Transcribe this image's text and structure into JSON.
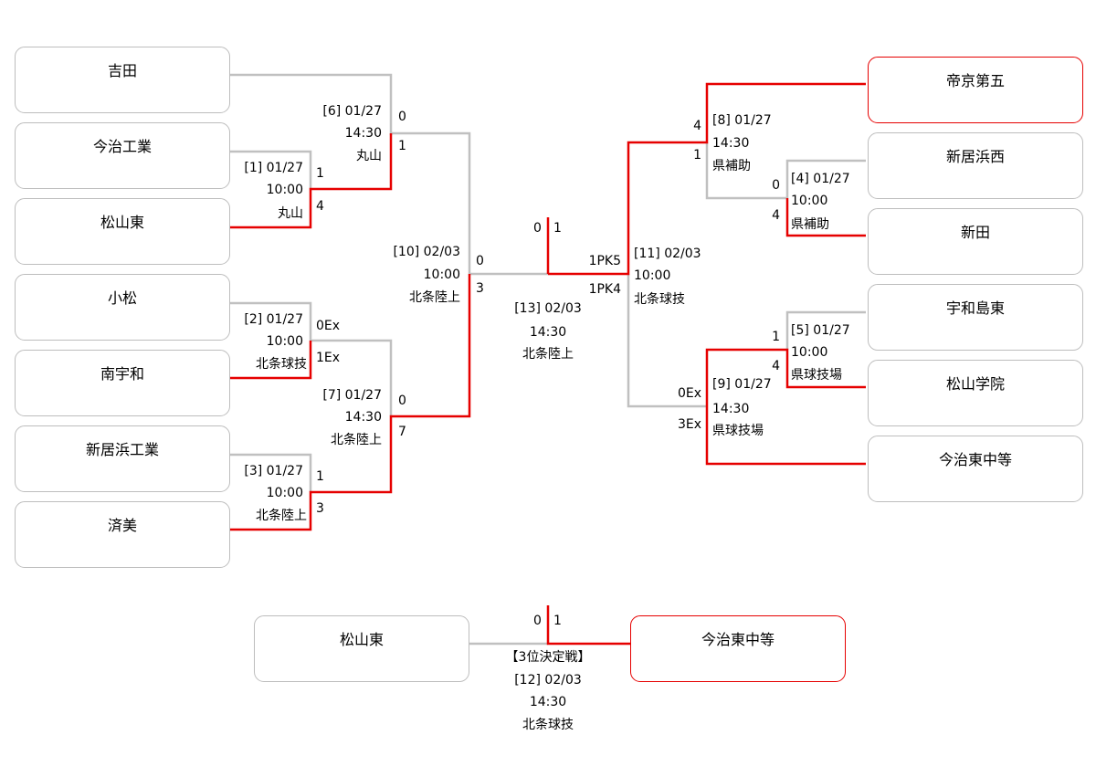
{
  "colors": {
    "winner_line": "#e60000",
    "loser_line": "#c0c0c0",
    "box_border": "#bdbdbd"
  },
  "teams": {
    "yoshida": "吉田",
    "imabari_kogyo": "今治工業",
    "matsuyama_higashi": "松山東",
    "komatsu": "小松",
    "minami_uwa": "南宇和",
    "niihama_kogyo": "新居浜工業",
    "saibi": "済美",
    "teikyo_5": "帝京第五",
    "niihama_nishi": "新居浜西",
    "nitta": "新田",
    "uwajima_higashi": "宇和島東",
    "matsuyama_gakuin": "松山学院",
    "imabari_higashi": "今治東中等",
    "third_left": "松山東",
    "third_right": "今治東中等"
  },
  "matches": {
    "m1": {
      "no": "[1] 01/27",
      "time": "10:00",
      "venue": "丸山",
      "score_top": "1",
      "score_bottom": "4"
    },
    "m2": {
      "no": "[2] 01/27",
      "time": "10:00",
      "venue": "北条球技",
      "score_top": "0Ex",
      "score_bottom": "1Ex"
    },
    "m3": {
      "no": "[3] 01/27",
      "time": "10:00",
      "venue": "北条陸上",
      "score_top": "1",
      "score_bottom": "3"
    },
    "m4": {
      "no": "[4] 01/27",
      "time": "10:00",
      "venue": "県補助",
      "score_top": "0",
      "score_bottom": "4"
    },
    "m5": {
      "no": "[5] 01/27",
      "time": "10:00",
      "venue": "県球技場",
      "score_top": "1",
      "score_bottom": "4"
    },
    "m6": {
      "no": "[6] 01/27",
      "time": "14:30",
      "venue": "丸山",
      "score_top": "0",
      "score_bottom": "1"
    },
    "m7": {
      "no": "[7] 01/27",
      "time": "14:30",
      "venue": "北条陸上",
      "score_top": "0",
      "score_bottom": "7"
    },
    "m8": {
      "no": "[8] 01/27",
      "time": "14:30",
      "venue": "県補助",
      "score_top": "4",
      "score_bottom": "1"
    },
    "m9": {
      "no": "[9] 01/27",
      "time": "14:30",
      "venue": "県球技場",
      "score_top": "0Ex",
      "score_bottom": "3Ex"
    },
    "m10": {
      "no": "[10] 02/03",
      "time": "10:00",
      "venue": "北条陸上",
      "score_top": "0",
      "score_bottom": "3"
    },
    "m11": {
      "no": "[11] 02/03",
      "time": "10:00",
      "venue": "北条球技",
      "score_top": "1PK5",
      "score_bottom": "1PK4"
    },
    "m13": {
      "no": "[13] 02/03",
      "time": "14:30",
      "venue": "北条陸上",
      "score_left": "0",
      "score_right": "1"
    },
    "m12": {
      "title": "【3位決定戦】",
      "no": "[12] 02/03",
      "time": "14:30",
      "venue": "北条球技",
      "score_left": "0",
      "score_right": "1"
    }
  }
}
